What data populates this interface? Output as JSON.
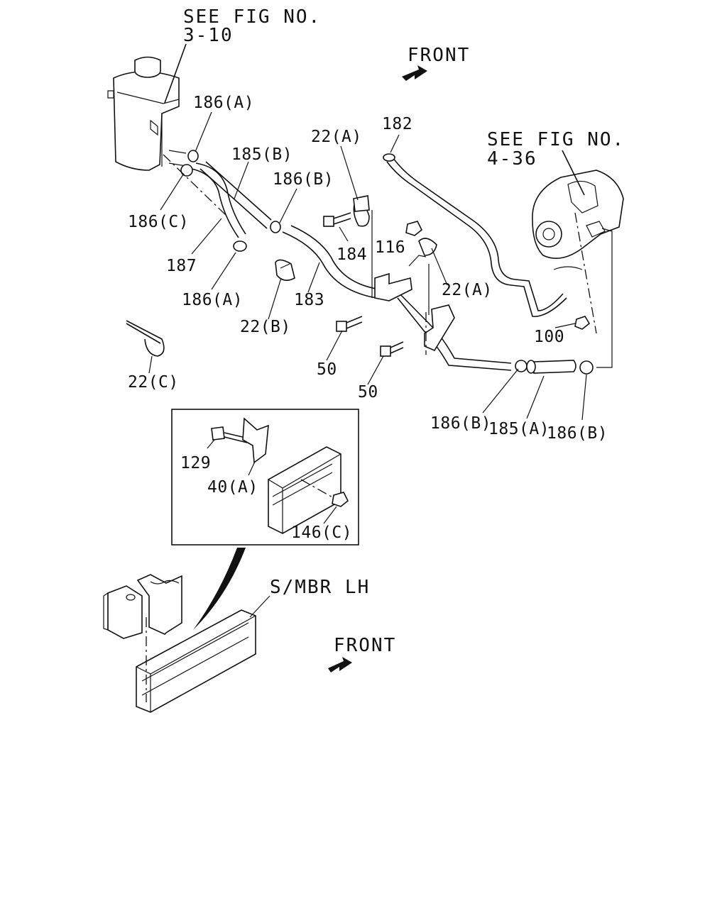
{
  "labels": {
    "see_fig_a_l1": "SEE FIG NO.",
    "see_fig_a_l2": "3-10",
    "front_top": "FRONT",
    "see_fig_b_l1": "SEE FIG NO.",
    "see_fig_b_l2": "4-36",
    "p186a_top": "186(A)",
    "p185b": "185(B)",
    "p186b_top": "186(B)",
    "p22a_top": "22(A)",
    "p182": "182",
    "p186c": "186(C)",
    "p187": "187",
    "p184": "184",
    "p116": "116",
    "p22a_mid": "22(A)",
    "p186a_bot": "186(A)",
    "p183": "183",
    "p22b": "22(B)",
    "p100": "100",
    "p22c": "22(C)",
    "p50a": "50",
    "p50b": "50",
    "p186b_left": "186(B)",
    "p185a": "185(A)",
    "p186b_right": "186(B)",
    "p129": "129",
    "p40a": "40(A)",
    "p146c": "146(C)",
    "smbr": "S/MBR LH",
    "front_bottom": "FRONT"
  }
}
